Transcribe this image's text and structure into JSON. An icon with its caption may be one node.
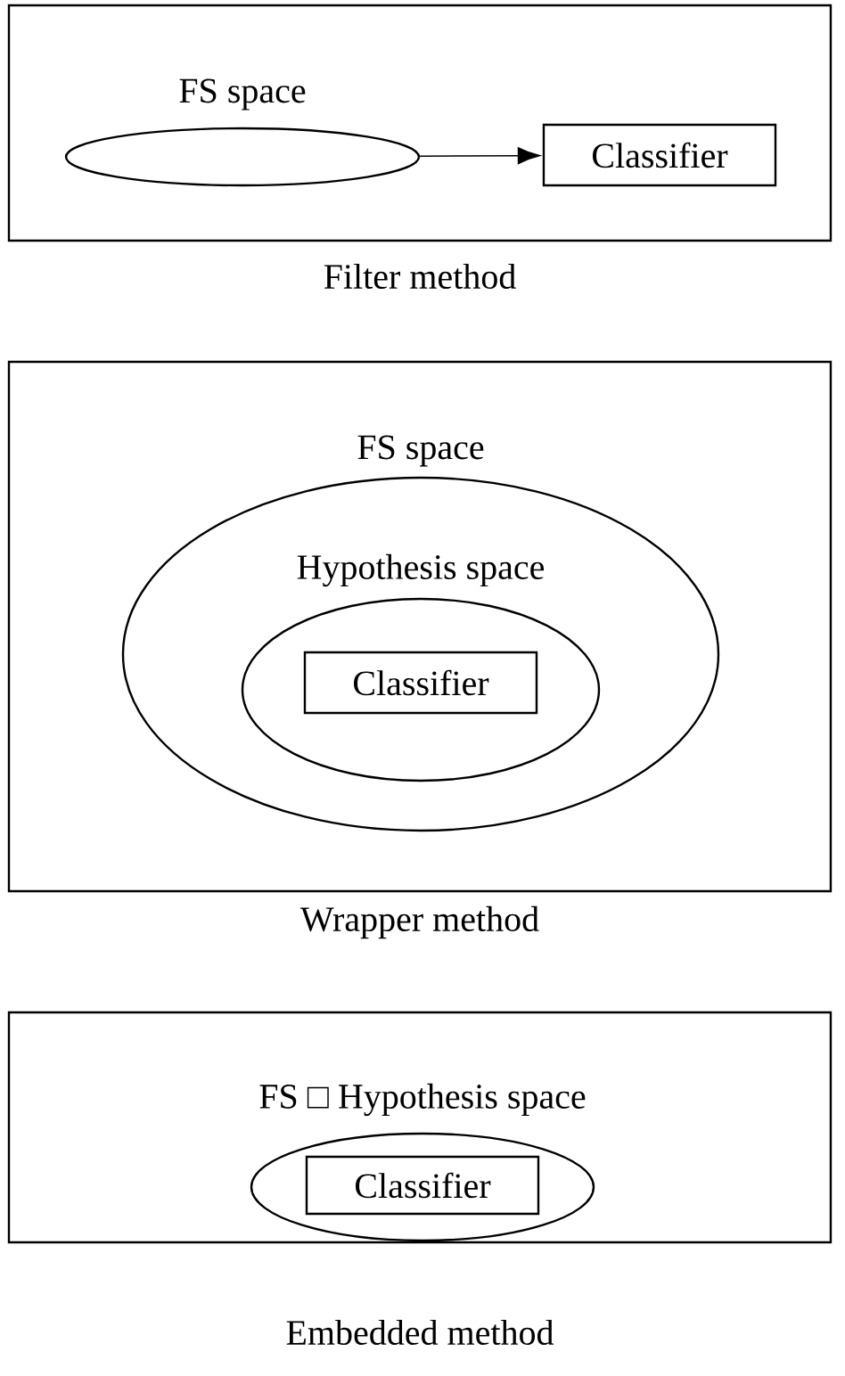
{
  "diagram": {
    "nodes": [
      {
        "text": [
          "Filter method"
        ]
      },
      {
        "text": [
          "FS space"
        ],
        "in": 0
      },
      {
        "text": [
          "Classifier"
        ],
        "in": 0
      },
      {
        "text": [
          "Wrapper method"
        ]
      },
      {
        "text": [
          "FS space"
        ],
        "in": 3
      },
      {
        "text": [
          "Hypothesis space"
        ],
        "in": 4
      },
      {
        "text": [
          "Classifier"
        ],
        "in": 5
      },
      {
        "text": [
          "Embedded method"
        ]
      },
      {
        "text": [
          "FS □  Hypothesis space"
        ],
        "in": 7
      },
      {
        "text": [
          "Classifier"
        ],
        "in": 8
      }
    ],
    "edges": [
      {
        "from": 1,
        "to": 2,
        "arrow": "to"
      }
    ]
  }
}
